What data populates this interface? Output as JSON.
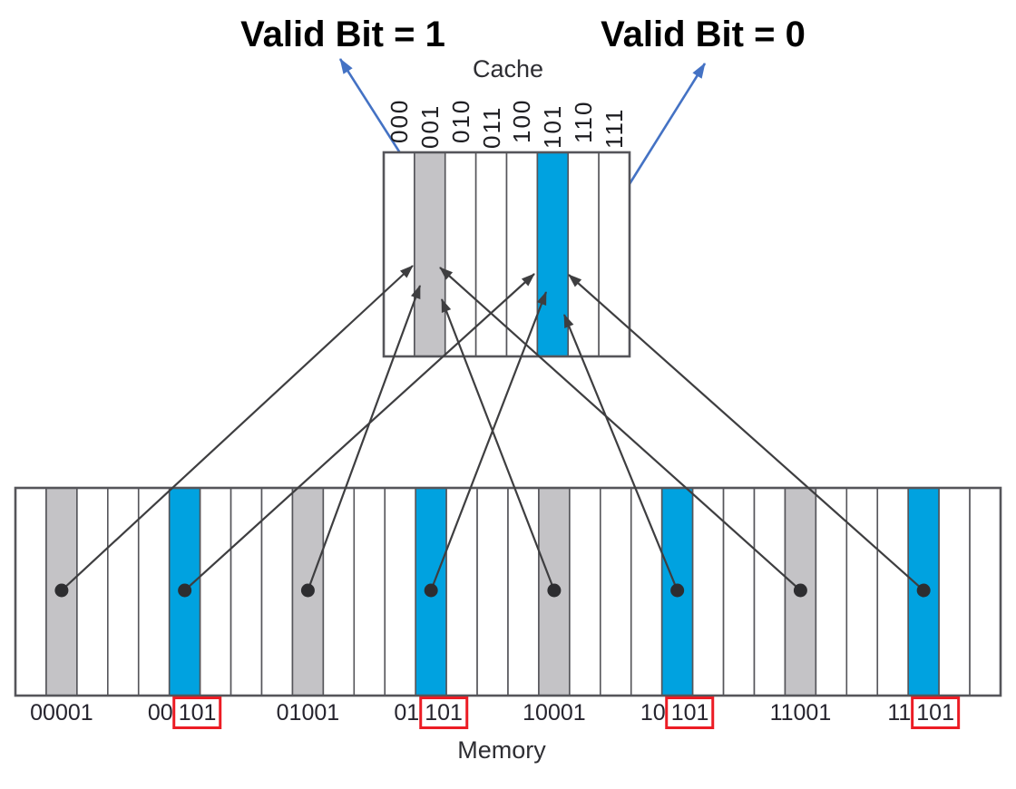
{
  "annotations": {
    "valid_bit_1": "Valid Bit = 1",
    "valid_bit_0": "Valid Bit = 0"
  },
  "cache": {
    "title": "Cache",
    "index_labels": [
      "000",
      "001",
      "010",
      "011",
      "100",
      "101",
      "110",
      "111"
    ],
    "gray_index": "001",
    "blue_index": "101"
  },
  "memory": {
    "title": "Memory",
    "num_blocks": 32,
    "labeled_blocks": [
      {
        "prefix": "00001",
        "boxed": "",
        "color": "gray",
        "maps_to": "001"
      },
      {
        "prefix": "00",
        "boxed": "101",
        "color": "blue",
        "maps_to": "101"
      },
      {
        "prefix": "01001",
        "boxed": "",
        "color": "gray",
        "maps_to": "001"
      },
      {
        "prefix": "01",
        "boxed": "101",
        "color": "blue",
        "maps_to": "101"
      },
      {
        "prefix": "10001",
        "boxed": "",
        "color": "gray",
        "maps_to": "001"
      },
      {
        "prefix": "10",
        "boxed": "101",
        "color": "blue",
        "maps_to": "101"
      },
      {
        "prefix": "11001",
        "boxed": "",
        "color": "gray",
        "maps_to": "001"
      },
      {
        "prefix": "11",
        "boxed": "101",
        "color": "blue",
        "maps_to": "101"
      }
    ]
  },
  "colors": {
    "gray_fill": "#c4c3c6",
    "blue_fill": "#00a2e0",
    "valid_arrow_blue": "#4472c4",
    "red_box": "#ec1c24",
    "line_dark": "#3e3e40",
    "border_gray": "#55555a"
  }
}
